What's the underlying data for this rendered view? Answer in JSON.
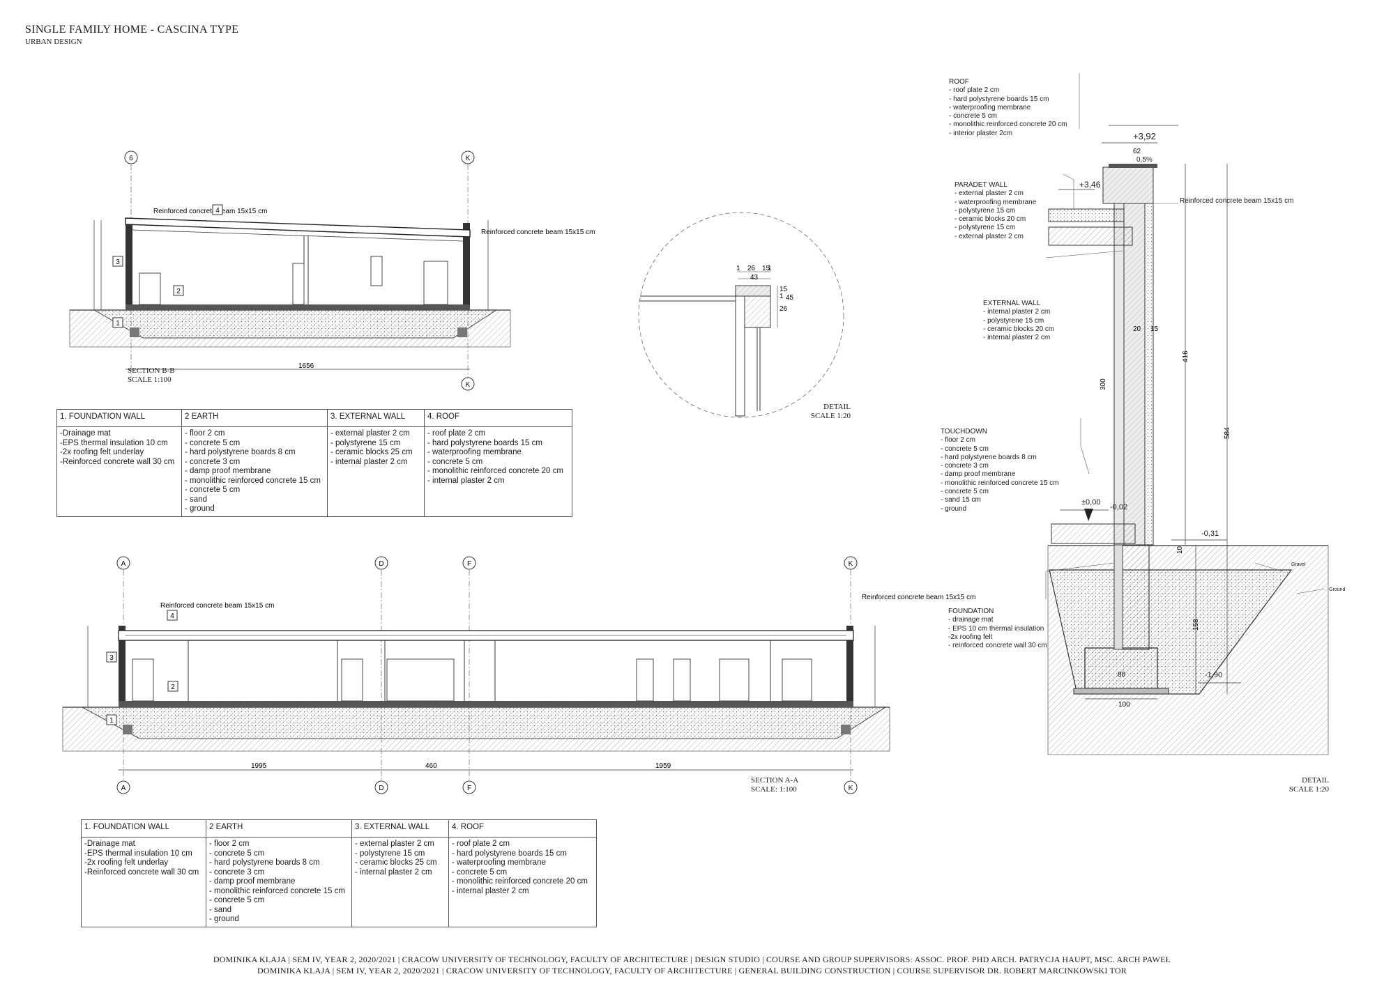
{
  "header": {
    "title": "SINGLE FAMILY HOME - CASCINA TYPE",
    "subtitle": "URBAN DESIGN"
  },
  "section_bb": {
    "title": "SECTION B-B",
    "scale": "SCALE 1:100",
    "axes": [
      "6",
      "K"
    ],
    "markers": [
      "4",
      "3",
      "2",
      "1"
    ]
  },
  "section_aa": {
    "title": "SECTION A-A",
    "scale": "SCALE: 1:100",
    "axes": [
      "A",
      "D",
      "F",
      "K"
    ],
    "markers": [
      "4",
      "3",
      "2",
      "1"
    ]
  },
  "detail_small": {
    "title": "DETAIL",
    "scale": "SCALE 1:20",
    "dims": [
      "1",
      "26",
      "15",
      "1",
      "43",
      "15",
      "1",
      "26",
      "45"
    ]
  },
  "detail_large": {
    "title": "DETAIL",
    "scale": "SCALE 1:20",
    "levels": [
      "+3,92",
      "0,5%",
      "+3,46",
      "±0,00",
      "-0,02",
      "-0,31",
      "-1,90"
    ],
    "dims": [
      "416",
      "584",
      "300",
      "158",
      "100",
      "80",
      "62",
      "10",
      "20",
      "15"
    ],
    "beam_label": "Reinforced concrete beam 15x15 cm",
    "gravel": "Gravel",
    "ground": "Ground"
  },
  "notes": {
    "roof": {
      "title": "ROOF",
      "items": [
        "- roof plate 2 cm",
        "- hard polystyrene boards 15 cm",
        "- waterproofing membrane",
        "- concrete 5 cm",
        "- monolithic reinforced concrete 20 cm",
        "- interior plaster 2cm"
      ]
    },
    "parapet": {
      "title": "PARADET WALL",
      "items": [
        "- external plaster 2 cm",
        "- waterproofing membrane",
        "- polystyrene 15 cm",
        "- ceramic blocks 20 cm",
        "- polystyrene 15 cm",
        "- external plaster 2 cm"
      ]
    },
    "external_wall": {
      "title": "EXTERNAL WALL",
      "items": [
        "- internal plaster 2 cm",
        "- polystyrene 15 cm",
        "- ceramic blocks 20 cm",
        "- internal plaster 2 cm"
      ]
    },
    "touchdown": {
      "title": "TOUCHDOWN",
      "items": [
        "- floor 2 cm",
        "- concrete 5 cm",
        "- hard polystyrene boards 8 cm",
        "- concrete 3 cm",
        "- damp proof membrane",
        "- monolithic reinforced concrete 15 cm",
        "- concrete 5 cm",
        "- sand 15 cm",
        "- ground"
      ]
    },
    "foundation": {
      "title": "FOUNDATION",
      "items": [
        "- drainage mat",
        "- EPS 10 cm thermal insulation",
        "-2x roofing felt",
        "- reinforced concrete wall 30 cm"
      ]
    }
  },
  "spec_table_1": {
    "headers": [
      "1. FOUNDATION WALL",
      "2 EARTH",
      "3. EXTERNAL WALL",
      "4. ROOF"
    ],
    "cols": [
      [
        "-Drainage mat",
        "-EPS thermal insulation 10 cm",
        "-2x roofing felt underlay",
        "-Reinforced concrete wall 30 cm"
      ],
      [
        "- floor 2 cm",
        "- concrete 5 cm",
        "- hard polystyrene boards 8 cm",
        "- concrete 3 cm",
        "- damp proof membrane",
        "- monolithic reinforced concrete 15 cm",
        "- concrete 5 cm",
        "- sand",
        "- ground"
      ],
      [
        "- external plaster 2 cm",
        "- polystyrene 15 cm",
        "- ceramic blocks 25 cm",
        "- internal plaster 2 cm"
      ],
      [
        "- roof plate 2 cm",
        "- hard polystyrene boards 15 cm",
        "- waterproofing membrane",
        "- concrete 5 cm",
        "- monolithic reinforced concrete 20 cm",
        "- internal plaster  2 cm"
      ]
    ]
  },
  "spec_table_2": {
    "headers": [
      "1. FOUNDATION WALL",
      "2 EARTH",
      "3. EXTERNAL WALL",
      "4. ROOF"
    ],
    "cols": [
      [
        "-Drainage mat",
        "-EPS thermal insulation 10 cm",
        "-2x roofing felt underlay",
        "-Reinforced concrete wall 30 cm"
      ],
      [
        "- floor 2 cm",
        "- concrete 5 cm",
        "- hard polystyrene boards 8 cm",
        "- concrete 3 cm",
        "- damp proof membrane",
        "- monolithic reinforced concrete 15 cm",
        "- concrete 5 cm",
        "- sand",
        "- ground"
      ],
      [
        "- external plaster 2 cm",
        "- polystyrene 15 cm",
        "- ceramic blocks 25 cm",
        "- internal plaster 2 cm"
      ],
      [
        "- roof plate 2 cm",
        "- hard polystyrene boards 15 cm",
        "- waterproofing membrane",
        "- concrete 5 cm",
        "- monolithic reinforced concrete 20 cm",
        "- internal plaster  2 cm"
      ]
    ]
  },
  "footer": {
    "line1": "DOMINIKA KLAJA | SEM IV, YEAR 2, 2020/2021 | CRACOW UNIVERSITY OF TECHNOLOGY, FACULTY OF ARCHITECTURE | DESIGN STUDIO | COURSE AND GROUP SUPERVISORS: ASSOC. PROF. PHD ARCH. PATRYCJA HAUPT, MSC. ARCH PAWEŁ",
    "line2": "DOMINIKA KLAJA | SEM IV, YEAR 2, 2020/2021 | CRACOW UNIVERSITY OF TECHNOLOGY, FACULTY OF ARCHITECTURE | GENERAL BUILDING CONSTRUCTION | COURSE SUPERVISOR DR. ROBERT MARCINKOWSKI TOR"
  }
}
